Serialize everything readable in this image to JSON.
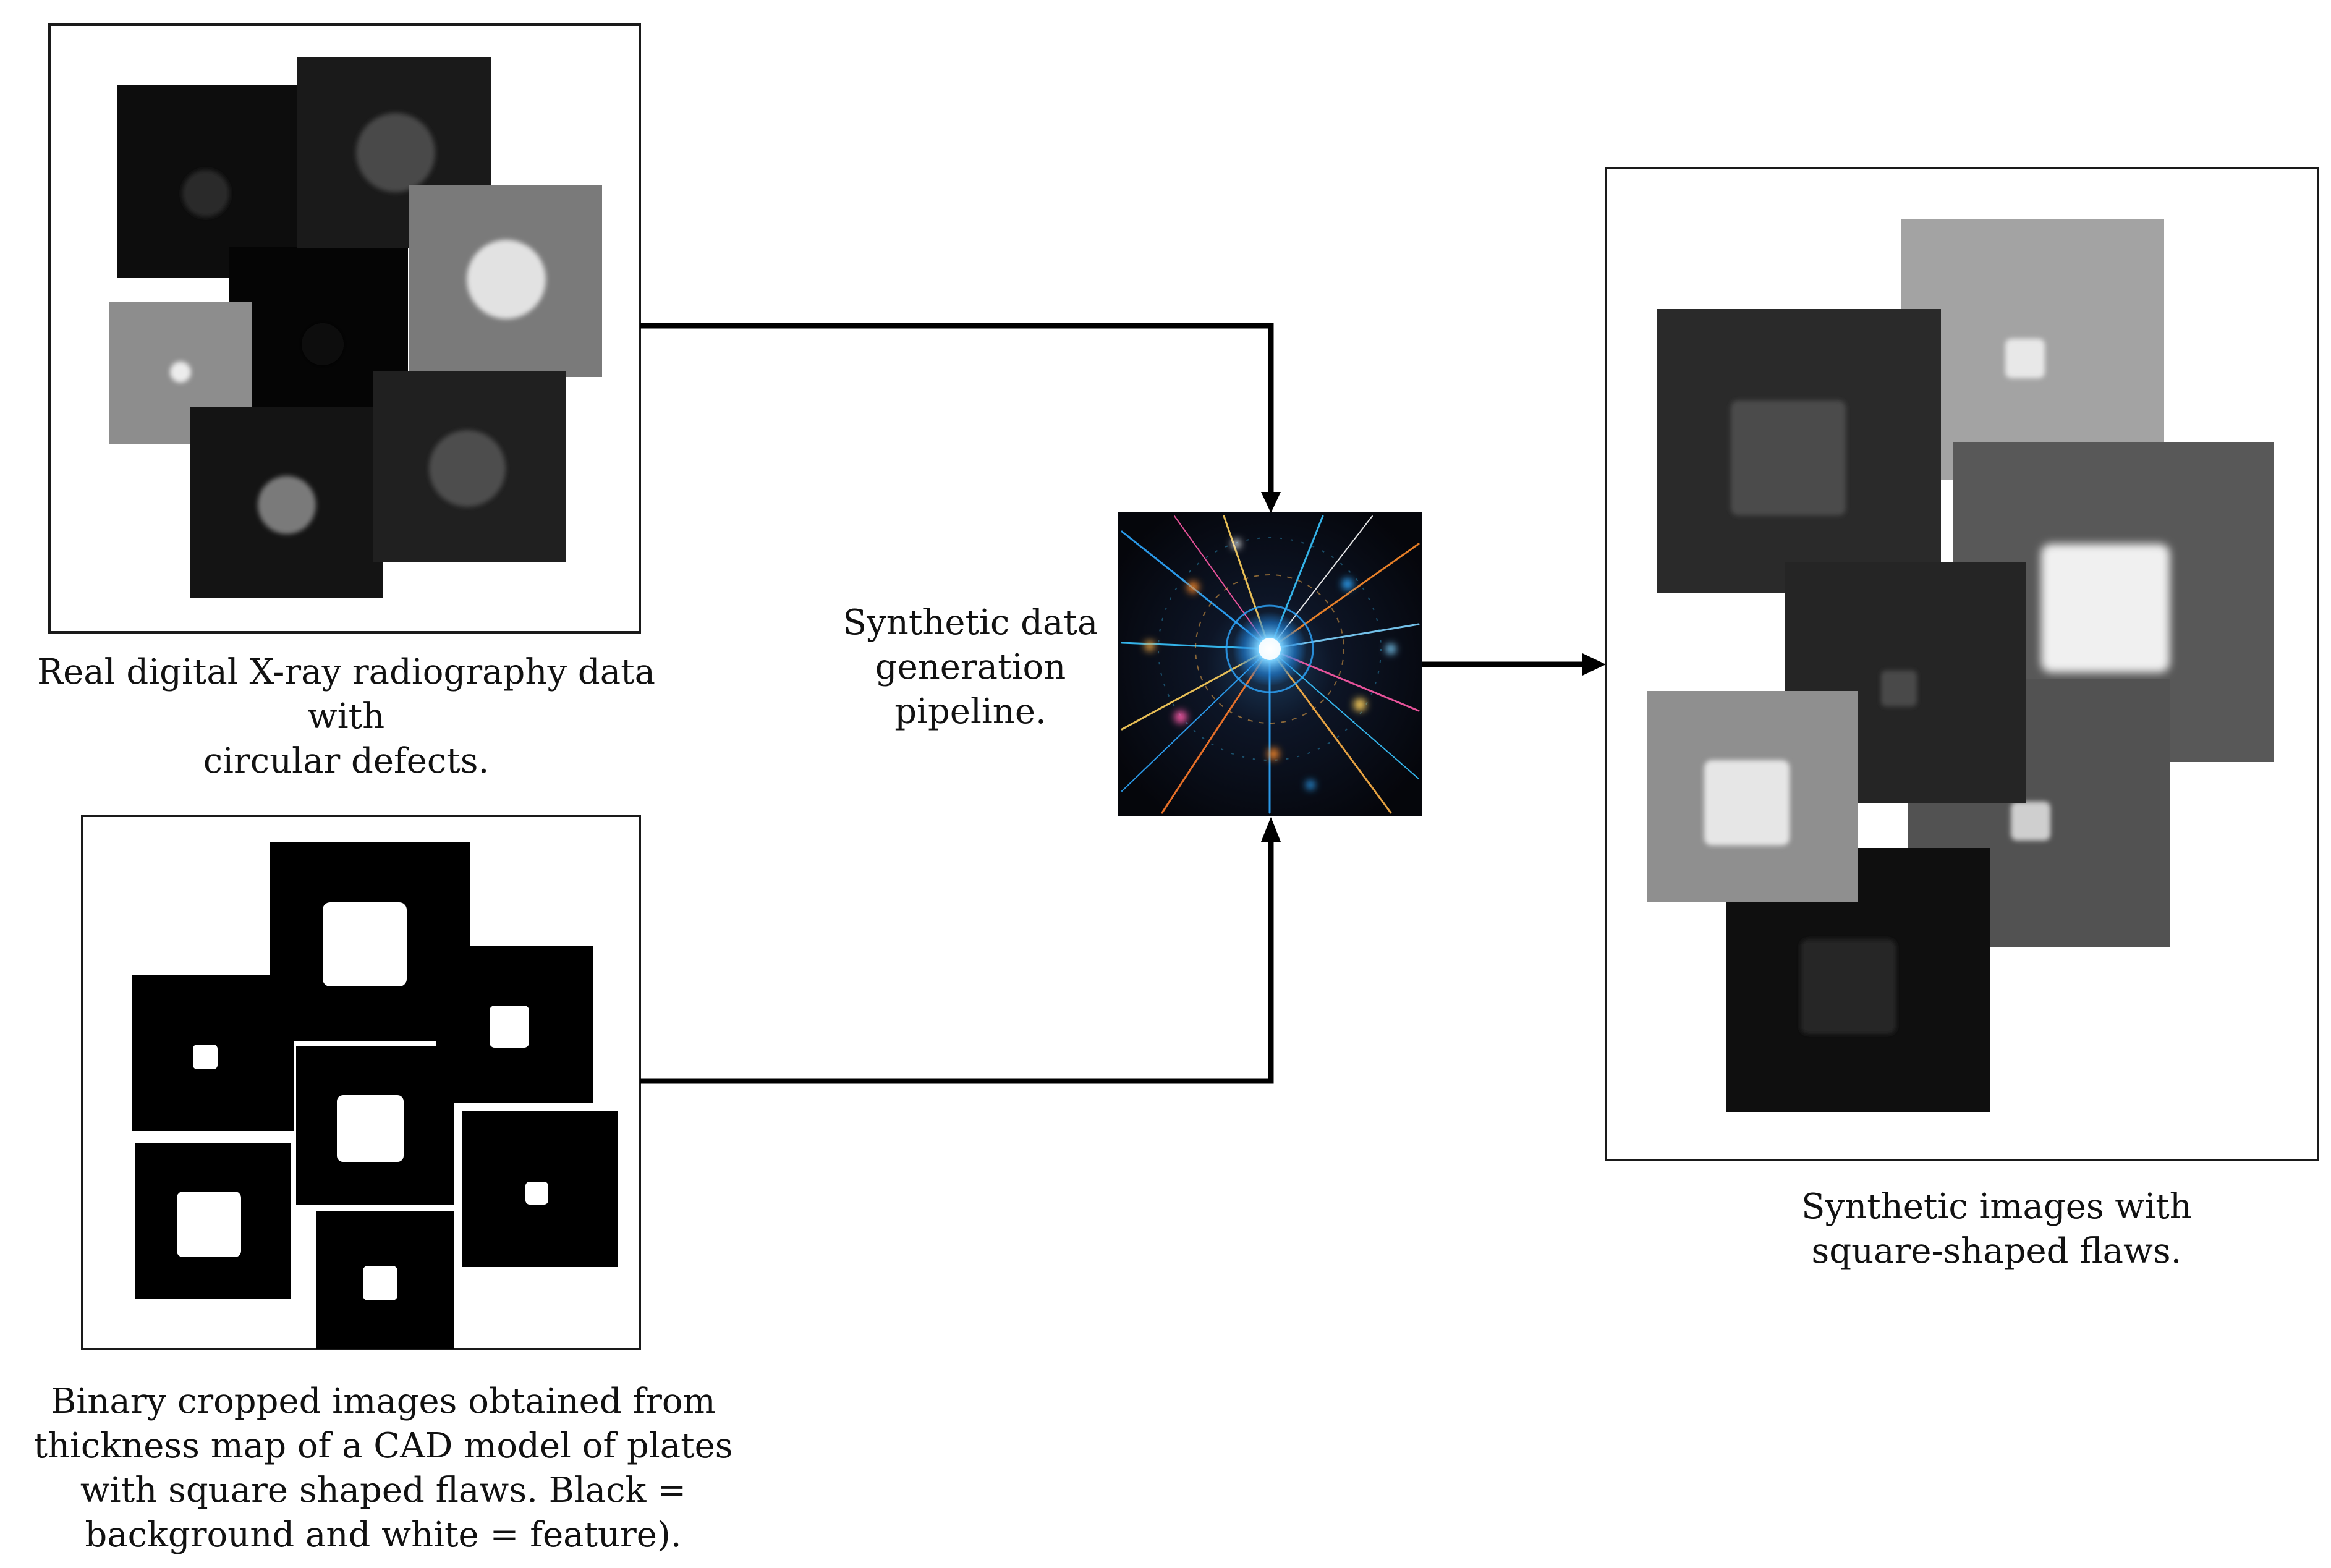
{
  "captions": {
    "real_xray": "Real digital X-ray radiography data with\ncircular defects.",
    "binary_cad": "Binary cropped images obtained from\nthickness map of a CAD model of plates\nwith square shaped flaws. Black =\nbackground and white = feature).",
    "pipeline": "Synthetic data\ngeneration\npipeline.",
    "synthetic_output": "Synthetic images with\nsquare-shaped flaws."
  },
  "colors": {
    "line": "#000000",
    "panel_border": "#1a1a1a",
    "pipeline_core": "#2ea8ff",
    "pipeline_warm": "#ff8c2a"
  }
}
